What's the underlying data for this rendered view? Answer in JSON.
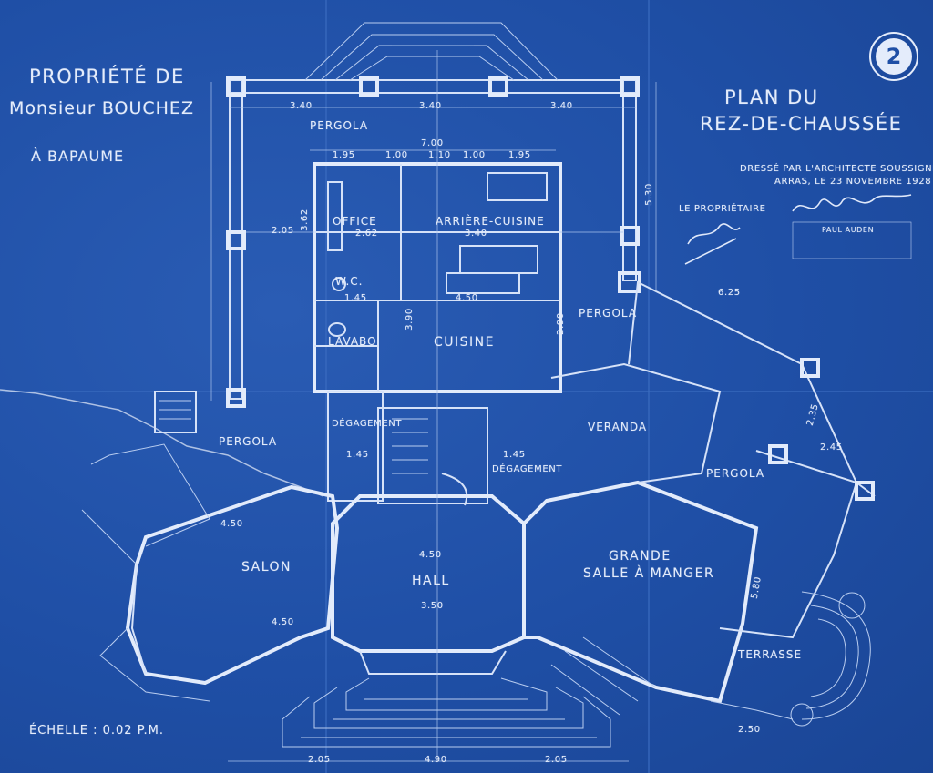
{
  "title_block": {
    "owner_line1": "PROPRIÉTÉ DE",
    "owner_line2": "Monsieur BOUCHEZ",
    "owner_line3": "À BAPAUME",
    "plan_line1": "PLAN DU",
    "plan_line2": "REZ-DE-CHAUSSÉE",
    "sheet_number": "2",
    "drafted_line1": "DRESSÉ PAR L'ARCHITECTE SOUSSIGNÉ",
    "drafted_line2": "ARRAS, LE 23 NOVEMBRE 1928",
    "owner_sign_label": "LE PROPRIÉTAIRE",
    "stamp_name": "PAUL AUDEN",
    "scale": "ÉCHELLE : 0.02 P.M."
  },
  "rooms": {
    "office": "OFFICE",
    "arriere_cuisine": "ARRIÈRE-CUISINE",
    "wc": "W.C.",
    "lavabo": "LAVABO",
    "cuisine": "CUISINE",
    "degagement_left": "DÉGAGEMENT",
    "degagement_right": "DÉGAGEMENT",
    "hall": "HALL",
    "salon": "SALON",
    "grande_salle_line1": "GRANDE",
    "grande_salle_line2": "SALLE À MANGER",
    "veranda": "VERANDA",
    "terrasse": "TERRASSE",
    "pergola_top": "PERGOLA",
    "pergola_right": "PERGOLA",
    "pergola_left": "PERGOLA",
    "pergola_far_right": "PERGOLA"
  },
  "dimensions": {
    "top_span_left": "3.40",
    "top_span_mid": "3.40",
    "top_span_right": "3.40",
    "overall_width": "7.00",
    "dim_195_left": "1.95",
    "dim_195_right": "1.95",
    "dim_100_a": "1.00",
    "dim_110": "1.10",
    "dim_100_b": "1.00",
    "office_w": "2.62",
    "arriere_w": "3.40",
    "wc_w": "1.45",
    "cuisine_w": "4.50",
    "cuisine_h": "3.90",
    "pergola_left_w": "2.05",
    "degag_w": "1.45",
    "degag_r_w": "1.45",
    "hall_w": "4.50",
    "hall_lower": "3.50",
    "salon_len": "4.50",
    "salon_len_b": "4.50",
    "dining_len": "5.30",
    "dim_362": "3.62",
    "dim_290": "2.90",
    "dim_580": "5.80",
    "dim_490": "4.90",
    "dim_205_bottom": "2.05",
    "dim_205_bottom_r": "2.05",
    "dim_625": "6.25",
    "dim_250": "2.50",
    "dim_245": "2.45",
    "dim_235": "2.35"
  },
  "colors": {
    "paper": "#1f4fa6",
    "ink": "#e4ecfb"
  }
}
